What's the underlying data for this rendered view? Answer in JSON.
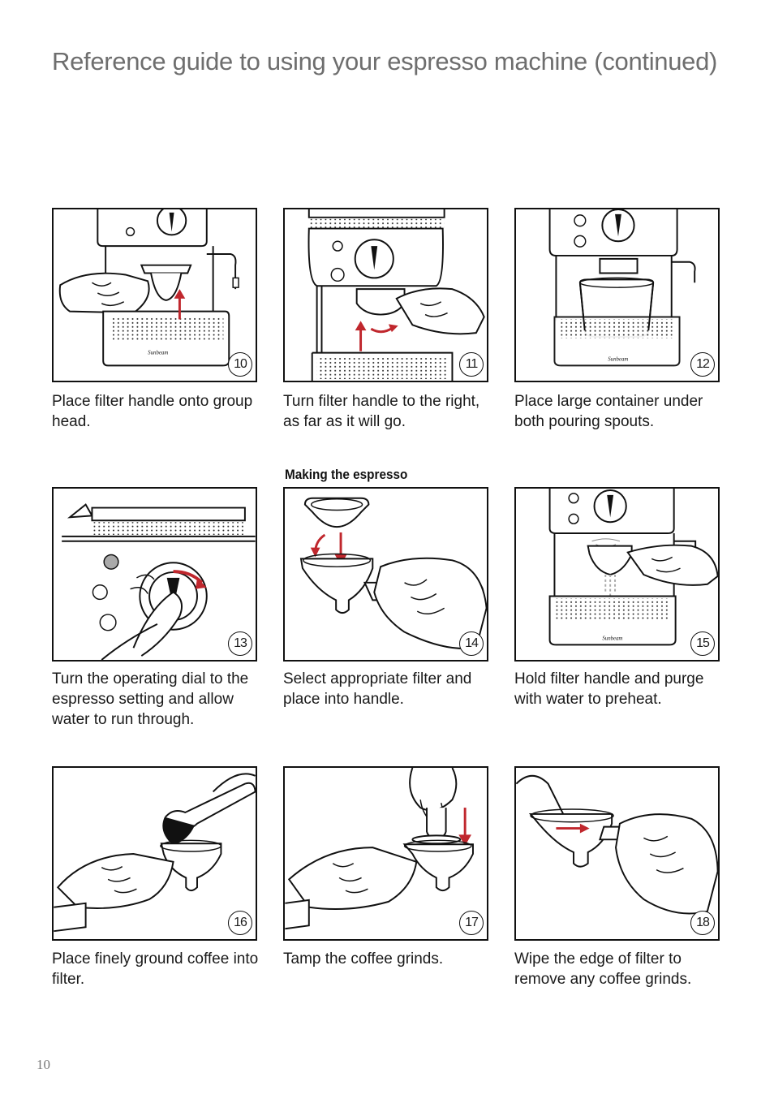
{
  "page": {
    "title": "Reference guide to using your espresso machine (continued)",
    "section_heading": "Making the espresso",
    "page_number": "10"
  },
  "accent_color": "#c0272d",
  "steps": [
    {
      "number": "10",
      "caption": "Place filter handle onto group head.",
      "illustration": "machine-filter-handle-up"
    },
    {
      "number": "11",
      "caption": "Turn filter handle to the right, as far as it will go.",
      "illustration": "machine-filter-handle-turn"
    },
    {
      "number": "12",
      "caption": "Place large container under both pouring spouts.",
      "illustration": "machine-container"
    },
    {
      "number": "13",
      "caption": "Turn the operating dial to the espresso setting and allow water to run through.",
      "illustration": "operating-dial"
    },
    {
      "number": "14",
      "caption": "Select appropriate filter and place into handle.",
      "illustration": "filter-into-handle"
    },
    {
      "number": "15",
      "caption": "Hold filter handle and purge with water to preheat.",
      "illustration": "purge-water"
    },
    {
      "number": "16",
      "caption": "Place finely ground coffee into filter.",
      "illustration": "coffee-into-filter"
    },
    {
      "number": "17",
      "caption": "Tamp the coffee grinds.",
      "illustration": "tamp"
    },
    {
      "number": "18",
      "caption": "Wipe the edge of filter to remove any coffee grinds.",
      "illustration": "wipe-edge"
    }
  ]
}
